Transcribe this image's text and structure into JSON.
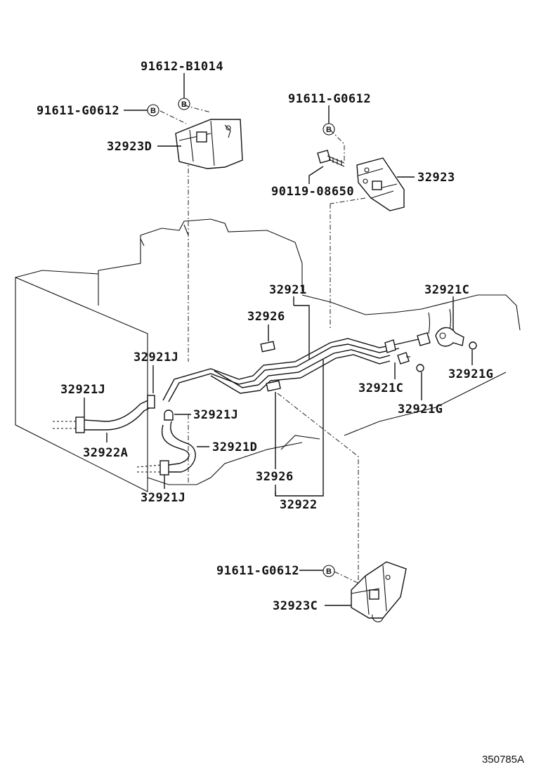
{
  "diagram_id": "350785A",
  "labels": {
    "p91612_B1014": "91612-B1014",
    "p91611_G0612_a": "91611-G0612",
    "p32923D": "32923D",
    "p91611_G0612_b": "91611-G0612",
    "p90119_08650": "90119-08650",
    "p32923": "32923",
    "p32921": "32921",
    "p32926_a": "32926",
    "p32921C_a": "32921C",
    "p32921J_a": "32921J",
    "p32921J_b": "32921J",
    "p32921J_c": "32921J",
    "p32921C_b": "32921C",
    "p32921G_a": "32921G",
    "p32921G_b": "32921G",
    "p32922A": "32922A",
    "p32921D": "32921D",
    "p32926_b": "32926",
    "p32921J_d": "32921J",
    "p32922": "32922",
    "p91611_G0612_c": "91611-G0612",
    "p32923C": "32923C"
  },
  "bolt_marker": "B"
}
